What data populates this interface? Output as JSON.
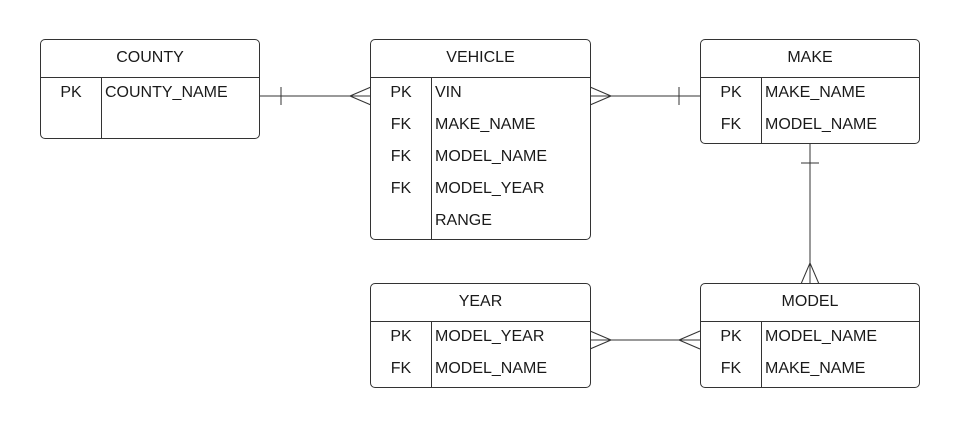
{
  "entities": {
    "county": {
      "title": "COUNTY",
      "rows": [
        {
          "key": "PK",
          "field": "COUNTY_NAME"
        }
      ]
    },
    "vehicle": {
      "title": "VEHICLE",
      "rows": [
        {
          "key": "PK",
          "field": "VIN"
        },
        {
          "key": "FK",
          "field": "MAKE_NAME"
        },
        {
          "key": "FK",
          "field": "MODEL_NAME"
        },
        {
          "key": "FK",
          "field": "MODEL_YEAR"
        },
        {
          "key": "",
          "field": "RANGE"
        }
      ]
    },
    "make": {
      "title": "MAKE",
      "rows": [
        {
          "key": "PK",
          "field": "MAKE_NAME"
        },
        {
          "key": "FK",
          "field": "MODEL_NAME"
        }
      ]
    },
    "year": {
      "title": "YEAR",
      "rows": [
        {
          "key": "PK",
          "field": "MODEL_YEAR"
        },
        {
          "key": "FK",
          "field": "MODEL_NAME"
        }
      ]
    },
    "model": {
      "title": "MODEL",
      "rows": [
        {
          "key": "PK",
          "field": "MODEL_NAME"
        },
        {
          "key": "FK",
          "field": "MAKE_NAME"
        }
      ]
    }
  },
  "colors": {
    "line": "#333333",
    "text": "#1a1a1a",
    "background": "#ffffff"
  }
}
